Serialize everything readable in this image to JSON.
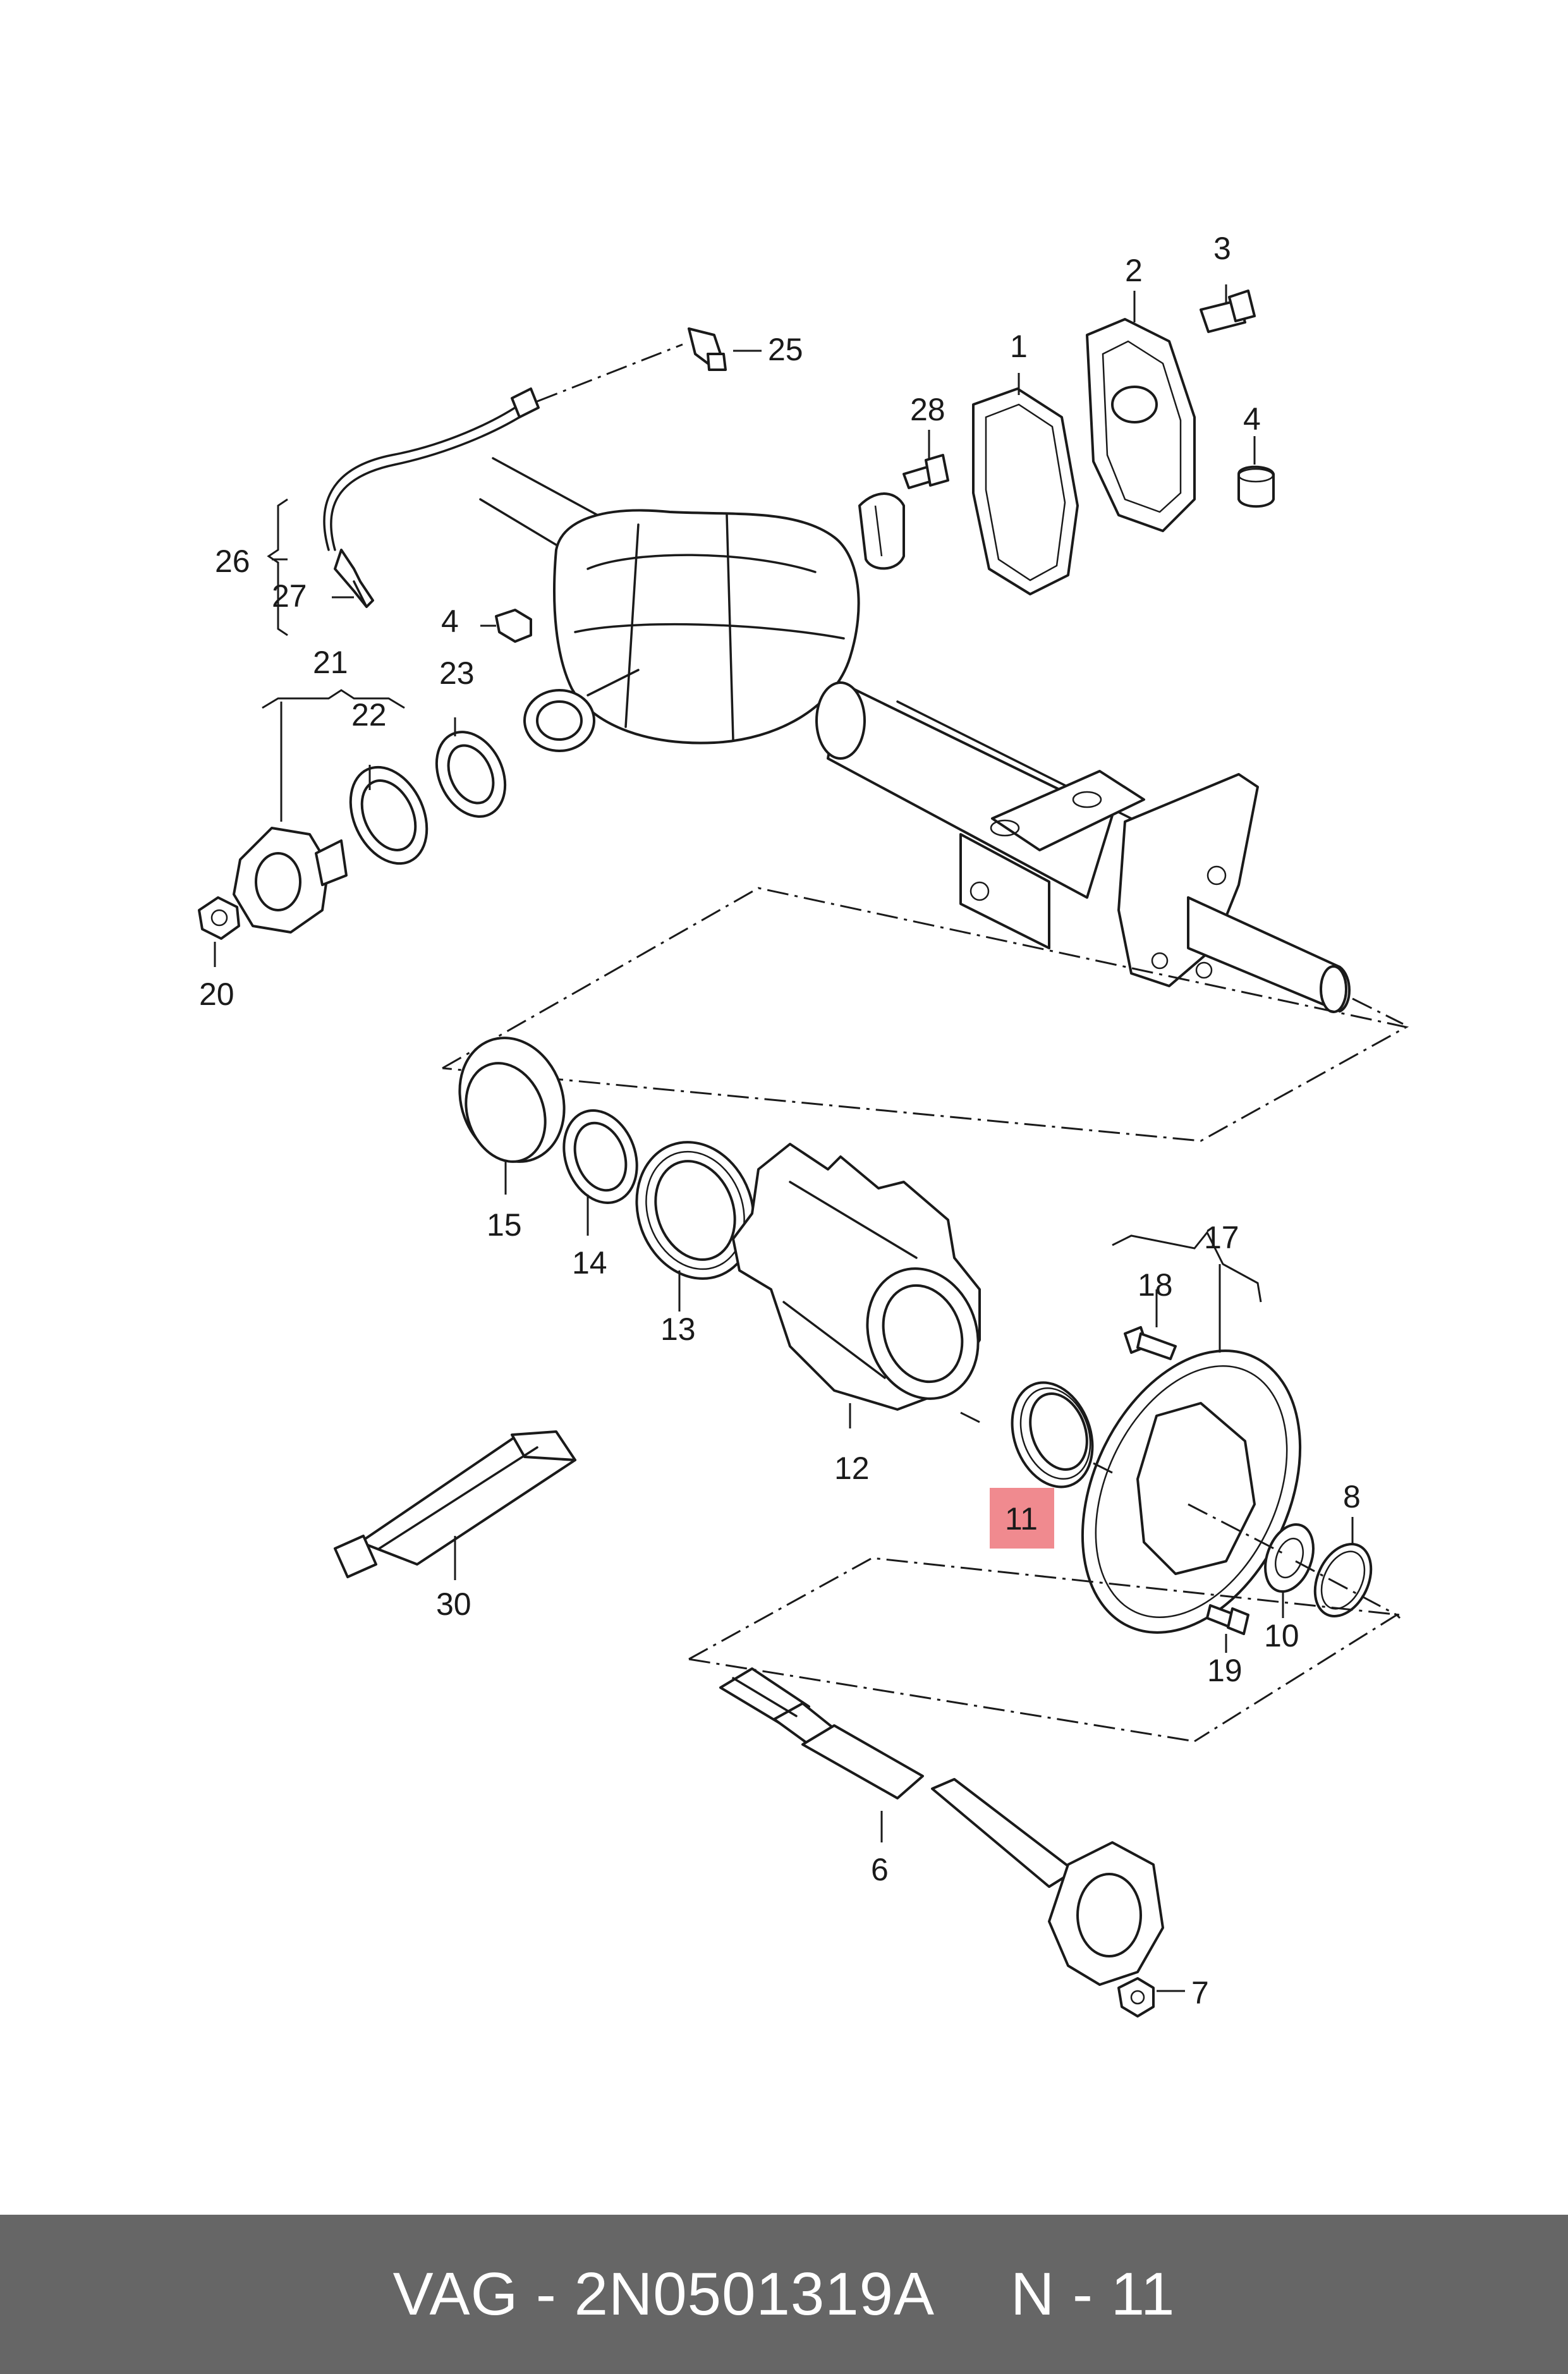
{
  "diagram": {
    "callouts": {
      "c1": "1",
      "c2": "2",
      "c3": "3",
      "c4a": "4",
      "c4b": "4",
      "c6": "6",
      "c7": "7",
      "c8": "8",
      "c10": "10",
      "c11": "11",
      "c12": "12",
      "c13": "13",
      "c14": "14",
      "c15": "15",
      "c17": "17",
      "c18": "18",
      "c19": "19",
      "c20": "20",
      "c21": "21",
      "c22": "22",
      "c23": "23",
      "c25": "25",
      "c26": "26",
      "c27": "27",
      "c28": "28",
      "c30": "30"
    },
    "highlight_color": "#f08a8f",
    "highlighted_part": "11"
  },
  "footer": {
    "brand_part": "VAG - 2N0501319A",
    "position": "N - 11",
    "background": "#666666"
  }
}
